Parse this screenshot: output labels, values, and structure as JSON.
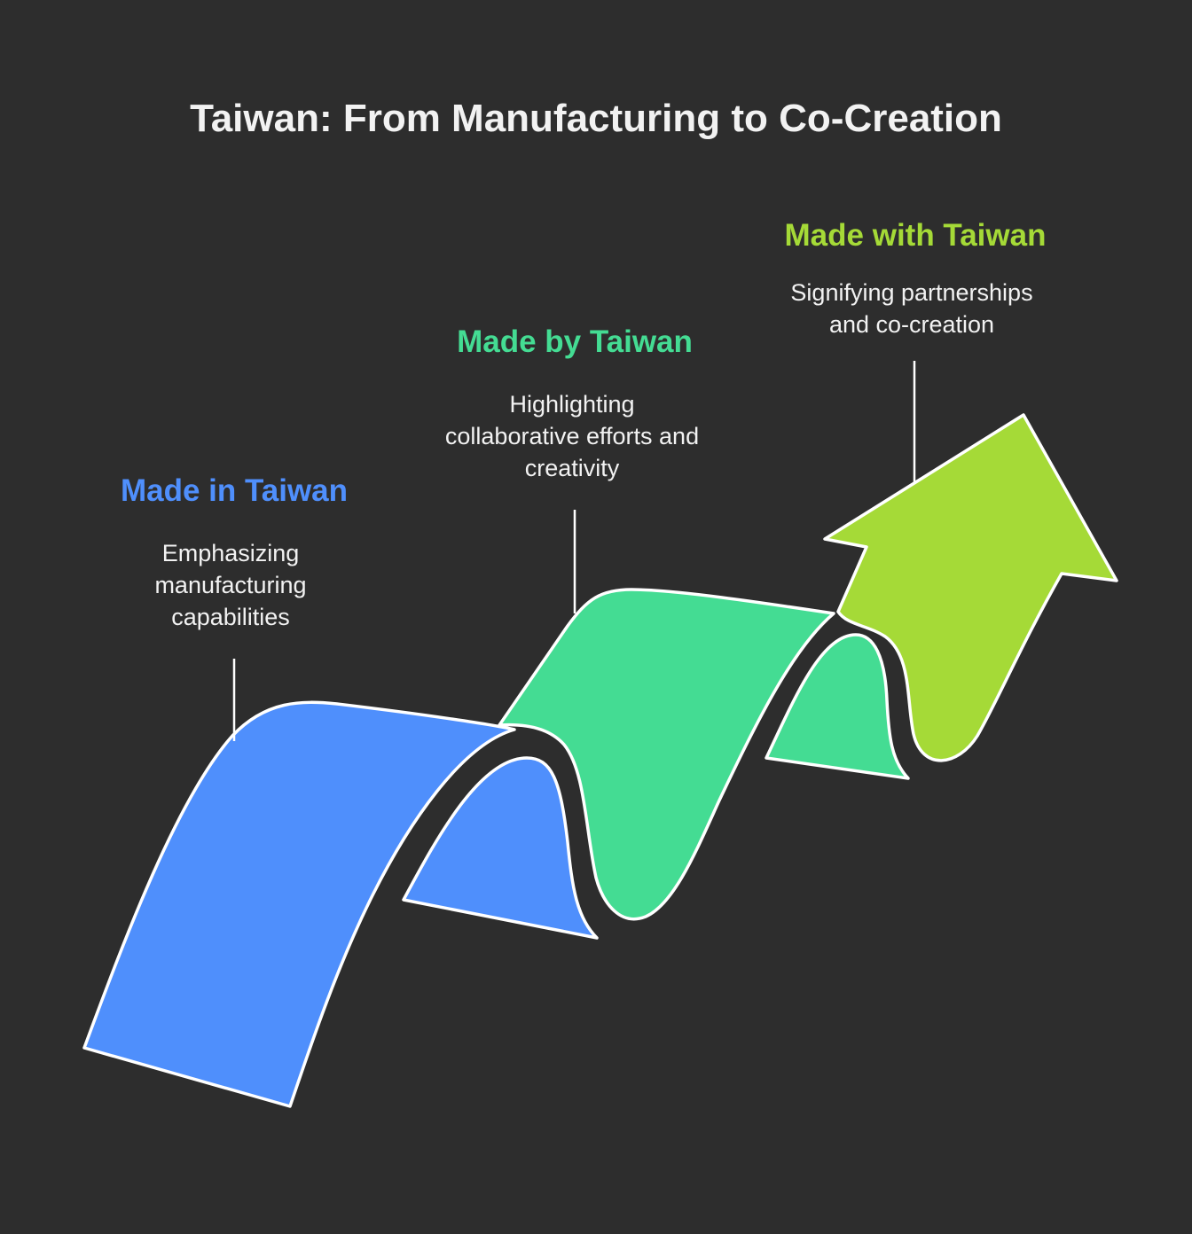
{
  "title": "Taiwan: From Manufacturing to Co-Creation",
  "colors": {
    "background": "#2d2d2d",
    "title": "#f2f2f2",
    "text": "#f2f2f2",
    "outline": "#ffffff"
  },
  "stages": [
    {
      "title": "Made in Taiwan",
      "description_lines": [
        "Emphasizing",
        "manufacturing",
        "capabilities"
      ],
      "color": "#4f8ffc"
    },
    {
      "title": "Made by Taiwan",
      "description_lines": [
        "Highlighting",
        "collaborative efforts and",
        "creativity"
      ],
      "color": "#44dc93"
    },
    {
      "title": "Made with Taiwan",
      "description_lines": [
        "Signifying partnerships",
        "and co-creation"
      ],
      "color": "#a5da37"
    }
  ]
}
